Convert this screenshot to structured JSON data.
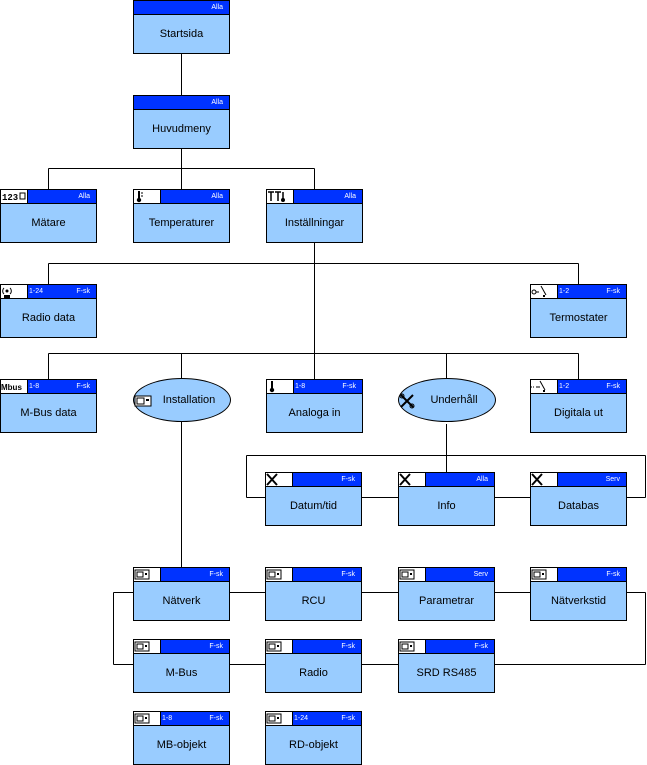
{
  "nodes": [
    {
      "id": "startsida",
      "label": "Startsida",
      "range": "",
      "access": "Alla",
      "icon": "none-icon"
    },
    {
      "id": "huvudmeny",
      "label": "Huvudmeny",
      "range": "",
      "access": "Alla",
      "icon": "none-icon"
    },
    {
      "id": "matare",
      "label": "Mätare",
      "range": "",
      "access": "Alla",
      "icon": "meter-icon"
    },
    {
      "id": "temperaturer",
      "label": "Temperaturer",
      "range": "",
      "access": "Alla",
      "icon": "thermometer-icon"
    },
    {
      "id": "installningar",
      "label": "Inställningar",
      "range": "",
      "access": "Alla",
      "icon": "settings-icon"
    },
    {
      "id": "radio-data",
      "label": "Radio data",
      "range": "1-24",
      "access": "F-sk",
      "icon": "radio-icon"
    },
    {
      "id": "termostater",
      "label": "Termostater",
      "range": "1-2",
      "access": "F-sk",
      "icon": "thermostat-icon"
    },
    {
      "id": "mbus-data",
      "label": "M-Bus data",
      "range": "1-8",
      "access": "F-sk",
      "icon": "mbus-icon"
    },
    {
      "id": "analoga-in",
      "label": "Analoga in",
      "range": "1-8",
      "access": "F-sk",
      "icon": "thermometer-icon"
    },
    {
      "id": "digitala-ut",
      "label": "Digitala ut",
      "range": "1-2",
      "access": "F-sk",
      "icon": "switch-icon"
    },
    {
      "id": "datum-tid",
      "label": "Datum/tid",
      "range": "",
      "access": "F-sk",
      "icon": "tools-icon"
    },
    {
      "id": "info",
      "label": "Info",
      "range": "",
      "access": "Alla",
      "icon": "tools-icon"
    },
    {
      "id": "databas",
      "label": "Databas",
      "range": "",
      "access": "Serv",
      "icon": "tools-icon"
    },
    {
      "id": "natverk",
      "label": "Nätverk",
      "range": "",
      "access": "F-sk",
      "icon": "device-icon"
    },
    {
      "id": "rcu",
      "label": "RCU",
      "range": "",
      "access": "F-sk",
      "icon": "device-icon"
    },
    {
      "id": "parametrar",
      "label": "Parametrar",
      "range": "",
      "access": "Serv",
      "icon": "device-icon"
    },
    {
      "id": "natverkstid",
      "label": "Nätverkstid",
      "range": "",
      "access": "F-sk",
      "icon": "device-icon"
    },
    {
      "id": "mbus",
      "label": "M-Bus",
      "range": "",
      "access": "F-sk",
      "icon": "device-icon"
    },
    {
      "id": "radio",
      "label": "Radio",
      "range": "",
      "access": "F-sk",
      "icon": "device-icon"
    },
    {
      "id": "srd-rs485",
      "label": "SRD RS485",
      "range": "",
      "access": "F-sk",
      "icon": "device-icon"
    },
    {
      "id": "mb-objekt",
      "label": "MB-objekt",
      "range": "1-8",
      "access": "F-sk",
      "icon": "device-icon"
    },
    {
      "id": "rd-objekt",
      "label": "RD-objekt",
      "range": "1-24",
      "access": "F-sk",
      "icon": "device-icon"
    }
  ],
  "groups": [
    {
      "id": "installation",
      "label": "Installation",
      "icon": "device-icon"
    },
    {
      "id": "underhall",
      "label": "Underhåll",
      "icon": "tools-icon"
    }
  ],
  "colors": {
    "header": "#0033ff",
    "body": "#99ccff",
    "line": "#000000"
  }
}
